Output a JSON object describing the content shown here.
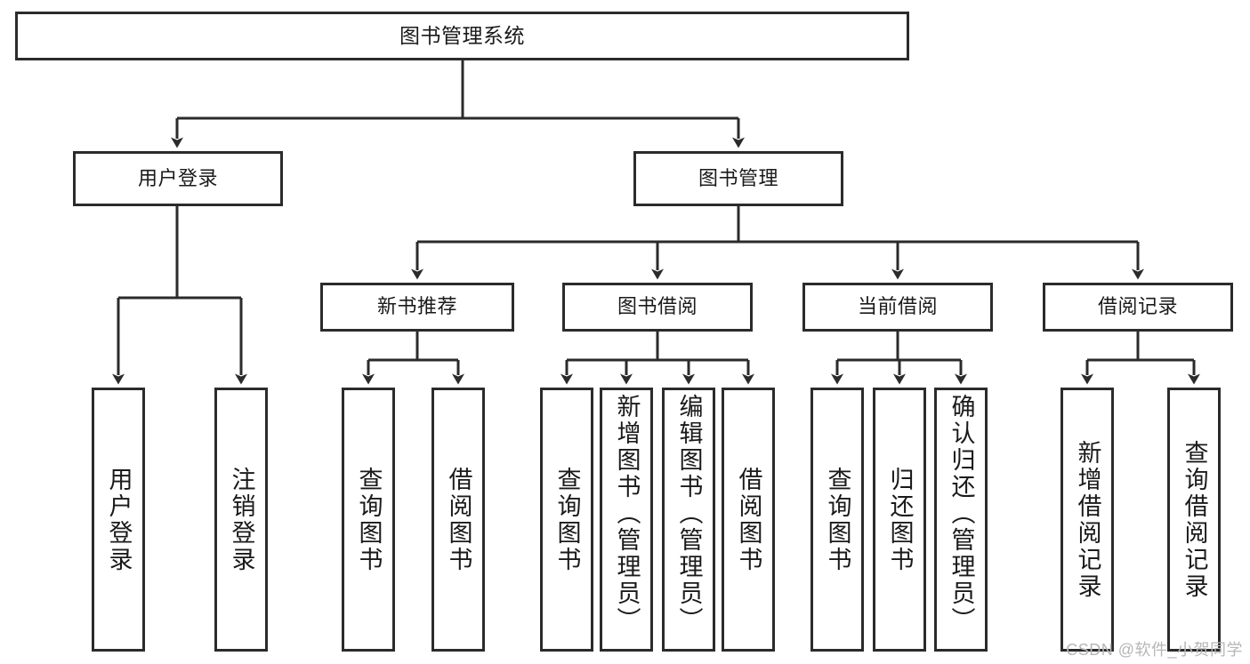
{
  "diagram": {
    "type": "tree",
    "title": "图书管理系统",
    "orientation": "top-down",
    "colors": {
      "box_border": "#2b2b2b",
      "box_fill": "#ffffff",
      "connector": "#2b2b2b",
      "text": "#1a1a1a",
      "watermark": "#b6b6b6",
      "background": "#ffffff"
    },
    "watermark": "CSDN @软件_小贺同学",
    "nodes": {
      "root": {
        "label": "图书管理系统"
      },
      "level2": [
        {
          "id": "user-login",
          "label": "用户登录"
        },
        {
          "id": "book-manage",
          "label": "图书管理"
        }
      ],
      "level3": [
        {
          "id": "new-book-recommend",
          "label": "新书推荐"
        },
        {
          "id": "book-borrow",
          "label": "图书借阅"
        },
        {
          "id": "current-borrow",
          "label": "当前借阅"
        },
        {
          "id": "borrow-record",
          "label": "借阅记录"
        }
      ],
      "leaves": {
        "user_login": [
          {
            "id": "leaf-user-login",
            "label": "用户登录"
          },
          {
            "id": "leaf-user-logout",
            "label": "注销登录"
          }
        ],
        "new_book_recommend": [
          {
            "id": "leaf-query-book-1",
            "label": "查询图书"
          },
          {
            "id": "leaf-borrow-book-1",
            "label": "借阅图书"
          }
        ],
        "book_borrow": [
          {
            "id": "leaf-query-book-2",
            "label": "查询图书"
          },
          {
            "id": "leaf-add-book",
            "label": "新增图书（管理员）"
          },
          {
            "id": "leaf-edit-book",
            "label": "编辑图书（管理员）"
          },
          {
            "id": "leaf-borrow-book-2",
            "label": "借阅图书"
          }
        ],
        "current_borrow": [
          {
            "id": "leaf-query-book-3",
            "label": "查询图书"
          },
          {
            "id": "leaf-return-book",
            "label": "归还图书"
          },
          {
            "id": "leaf-confirm-return",
            "label": "确认归还（管理员）"
          }
        ],
        "borrow_record": [
          {
            "id": "leaf-add-record",
            "label": "新增借阅记录"
          },
          {
            "id": "leaf-query-record",
            "label": "查询借阅记录"
          }
        ]
      }
    },
    "edges": [
      {
        "from": "图书管理系统",
        "to": "用户登录"
      },
      {
        "from": "图书管理系统",
        "to": "图书管理"
      },
      {
        "from": "用户登录",
        "to": "用户登录"
      },
      {
        "from": "用户登录",
        "to": "注销登录"
      },
      {
        "from": "图书管理",
        "to": "新书推荐"
      },
      {
        "from": "图书管理",
        "to": "图书借阅"
      },
      {
        "from": "图书管理",
        "to": "当前借阅"
      },
      {
        "from": "图书管理",
        "to": "借阅记录"
      },
      {
        "from": "新书推荐",
        "to": "查询图书"
      },
      {
        "from": "新书推荐",
        "to": "借阅图书"
      },
      {
        "from": "图书借阅",
        "to": "查询图书"
      },
      {
        "from": "图书借阅",
        "to": "新增图书（管理员）"
      },
      {
        "from": "图书借阅",
        "to": "编辑图书（管理员）"
      },
      {
        "from": "图书借阅",
        "to": "借阅图书"
      },
      {
        "from": "当前借阅",
        "to": "查询图书"
      },
      {
        "from": "当前借阅",
        "to": "归还图书"
      },
      {
        "from": "当前借阅",
        "to": "确认归还（管理员）"
      },
      {
        "from": "借阅记录",
        "to": "新增借阅记录"
      },
      {
        "from": "借阅记录",
        "to": "查询借阅记录"
      }
    ]
  }
}
